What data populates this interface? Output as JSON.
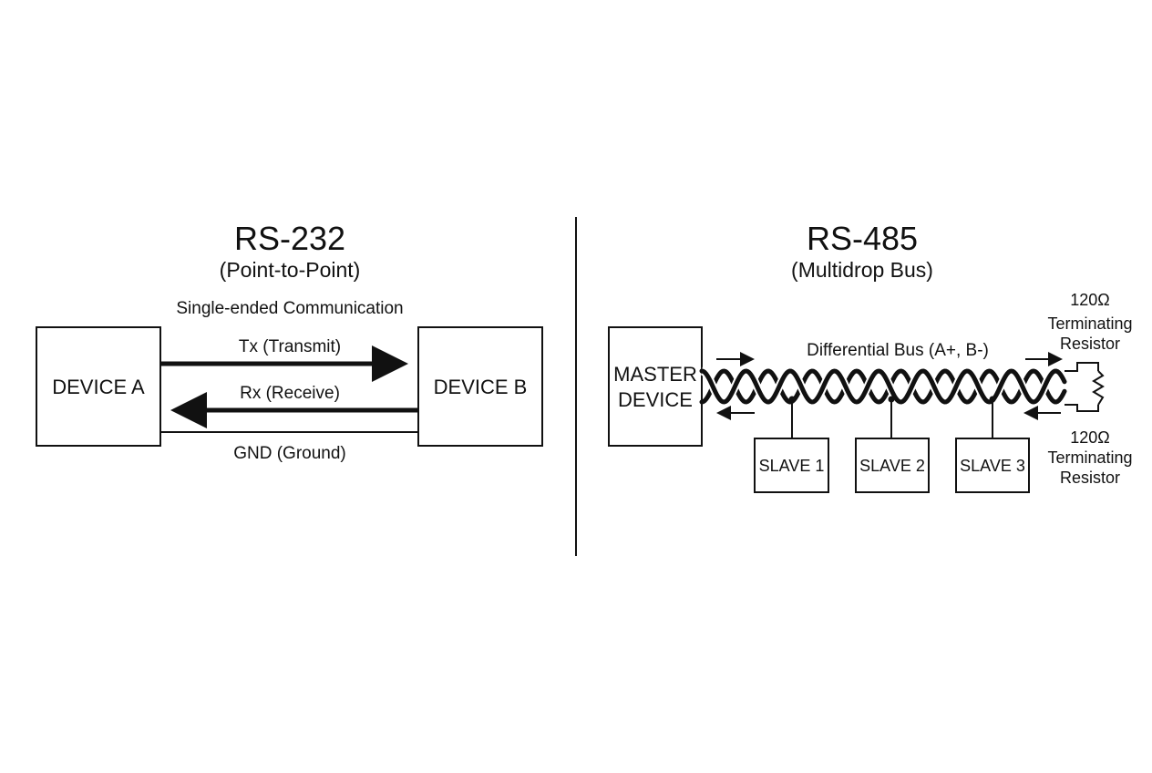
{
  "left_panel": {
    "title": "RS-232",
    "subtitle": "(Point-to-Point)",
    "mode_label": "Single-ended Communication",
    "device_a_label": "DEVICE A",
    "device_b_label": "DEVICE B",
    "tx_label": "Tx (Transmit)",
    "rx_label": "Rx (Receive)",
    "gnd_label": "GND (Ground)"
  },
  "right_panel": {
    "title": "RS-485",
    "subtitle": "(Multidrop Bus)",
    "bus_label": "Differential Bus (A+, B-)",
    "master_line1": "MASTER",
    "master_line2": "DEVICE",
    "slaves": [
      "SLAVE 1",
      "SLAVE 2",
      "SLAVE 3"
    ],
    "terminator_top": {
      "line1": "120Ω",
      "line2": "Terminating",
      "line3": "Resistor"
    },
    "terminator_bottom": {
      "line1": "120Ω",
      "line2": "Terminating",
      "line3": "Resistor"
    }
  }
}
